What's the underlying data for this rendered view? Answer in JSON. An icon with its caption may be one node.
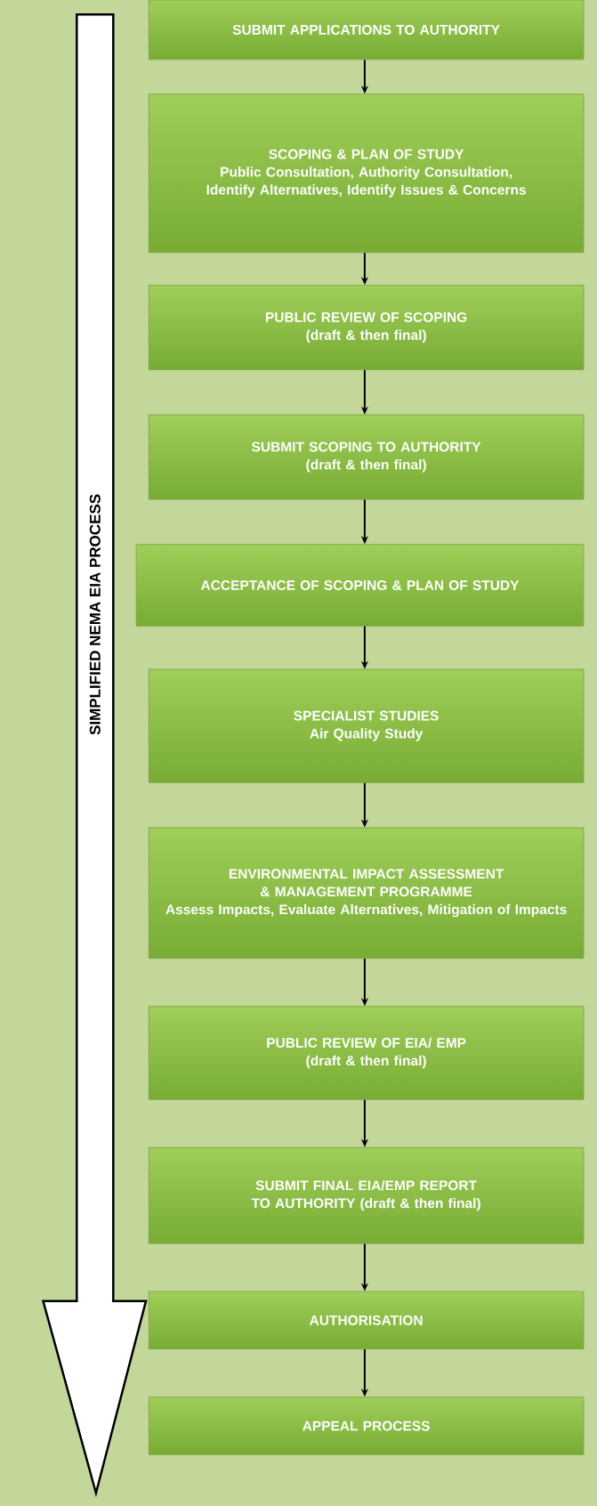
{
  "diagram": {
    "nodes": [
      {
        "text": [
          "SUBMIT APPLICATIONS TO AUTHORITY"
        ]
      },
      {
        "text": [
          "SCOPING & PLAN OF STUDY",
          "Public Consultation, Authority Consultation, Identify Alternatives, Identify Issues & Concerns"
        ]
      },
      {
        "text": [
          "PUBLIC REVIEW OF SCOPING",
          "(draft & then final)"
        ]
      },
      {
        "text": [
          "SUBMIT SCOPING TO AUTHORITY",
          "(draft & then final)"
        ]
      },
      {
        "text": [
          "ACCEPTANCE OF SCOPING & PLAN OF STUDY"
        ]
      },
      {
        "text": [
          "SPECIALIST STUDIES",
          "Air Quality Study"
        ]
      },
      {
        "text": [
          "ENVIRONMENTAL IMPACT ASSESSMENT & MANAGEMENT PROGRAMME",
          "Assess Impacts, Evaluate Alternatives, Mitigation of Impacts"
        ]
      },
      {
        "text": [
          "PUBLIC REVIEW OF EIA/ EMP",
          "(draft & then final)"
        ]
      },
      {
        "text": [
          "SUBMIT FINAL EIA/EMP REPORT TO AUTHORITY (draft & then final)"
        ]
      },
      {
        "text": [
          "AUTHORISATION"
        ]
      },
      {
        "text": [
          "APPEAL PROCESS"
        ]
      },
      {
        "text": [
          "SIMPLIFIED NEMA EIA  PROCESS"
        ]
      }
    ],
    "edges": [
      {
        "from": 0,
        "to": 1,
        "arrow": "to"
      },
      {
        "from": 1,
        "to": 2,
        "arrow": "to"
      },
      {
        "from": 2,
        "to": 3,
        "arrow": "to"
      },
      {
        "from": 3,
        "to": 4,
        "arrow": "to"
      },
      {
        "from": 4,
        "to": 5,
        "arrow": "to"
      },
      {
        "from": 5,
        "to": 6,
        "arrow": "to"
      },
      {
        "from": 6,
        "to": 7,
        "arrow": "to"
      },
      {
        "from": 7,
        "to": 8,
        "arrow": "to"
      },
      {
        "from": 8,
        "to": 9,
        "arrow": "to"
      },
      {
        "from": 9,
        "to": 10,
        "arrow": "to"
      }
    ]
  }
}
